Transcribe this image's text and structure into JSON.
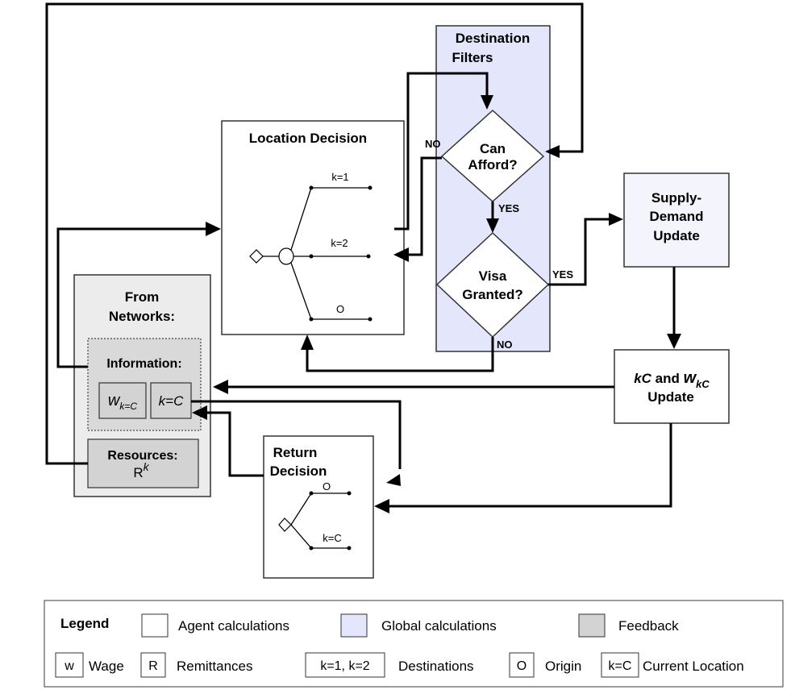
{
  "destination_filters": {
    "title_line1": "Destination",
    "title_line2": "Filters"
  },
  "can_afford": {
    "line1": "Can",
    "line2": "Afford?"
  },
  "visa_granted": {
    "line1": "Visa",
    "line2": "Granted?"
  },
  "location_decision": {
    "title": "Location  Decision",
    "k1": "k=1",
    "k2": "k=2",
    "origin": "O"
  },
  "supply_demand": {
    "line1": "Supply-",
    "line2": "Demand",
    "line3": "Update"
  },
  "kc_update": {
    "line1_a": "kC",
    "line1_b": " and ",
    "line1_w": "w",
    "line1_sub": "kC",
    "line2": "Update"
  },
  "from_networks": {
    "line1": "From",
    "line2": "Networks:"
  },
  "information": {
    "title": "Information:",
    "wage_symbol": "w",
    "wage_sub": "k=C",
    "location_symbol": "k=C"
  },
  "resources": {
    "title": "Resources:",
    "symbol": "R",
    "sup": "k"
  },
  "return_decision": {
    "line1": "Return",
    "line2": "Decision",
    "origin": "O",
    "current": "k=C"
  },
  "edge_labels": {
    "no_afford": "NO",
    "yes_afford": "YES",
    "yes_visa": "YES",
    "no_visa": "NO"
  },
  "legend": {
    "title": "Legend",
    "agent": "Agent calculations",
    "global": "Global calculations",
    "feedback": "Feedback",
    "w_key": "w",
    "w_label": "Wage",
    "r_key": "R",
    "r_label": "Remittances",
    "dest_key": "k=1, k=2",
    "dest_label": "Destinations",
    "o_key": "O",
    "o_label": "Origin",
    "c_key": "k=C",
    "c_label": "Current Location"
  },
  "colors": {
    "agent": "#ffffff",
    "global": "#e4e6fb",
    "feedback": "#d3d3d3",
    "networks": "#ececec"
  }
}
